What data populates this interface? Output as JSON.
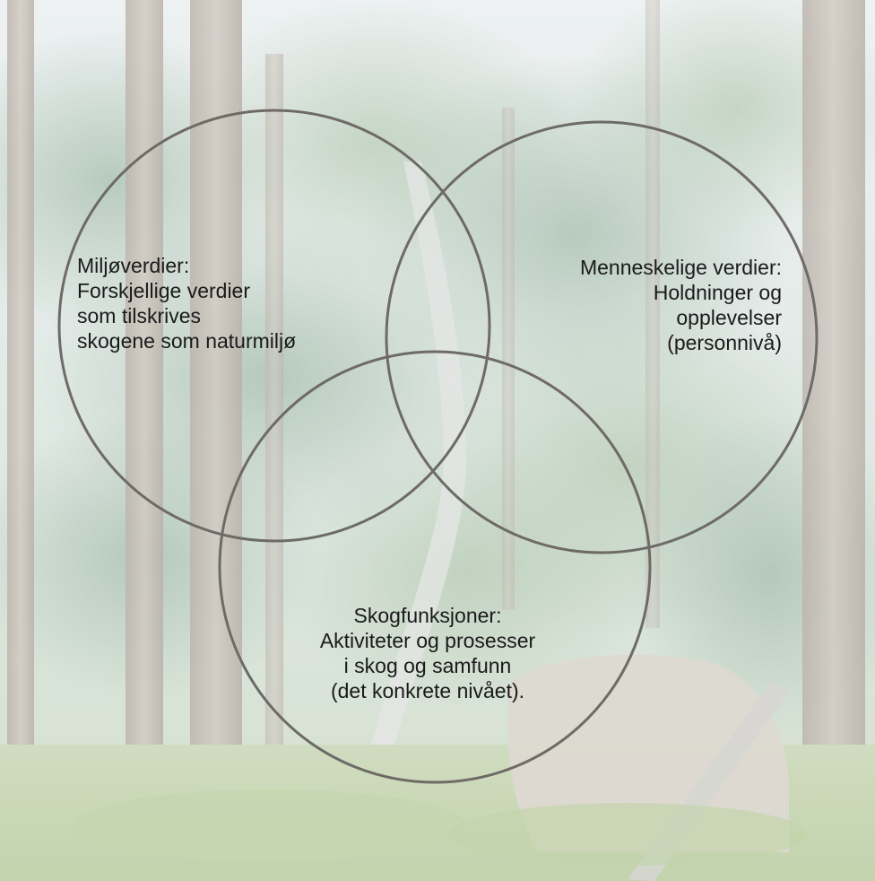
{
  "diagram": {
    "circles": [
      {
        "id": "miljo",
        "lines": [
          "Miljøverdier:",
          "Forskjellige verdier",
          "som tilskrives",
          "skogene som naturmiljø"
        ]
      },
      {
        "id": "menneske",
        "lines": [
          "Menneskelige verdier:",
          "Holdninger og",
          "opplevelser",
          "(personnivå)"
        ]
      },
      {
        "id": "skog",
        "lines": [
          "Skogfunksjoner:",
          "Aktiviteter og prosesser",
          "i skog og samfunn",
          "(det konkrete nivået)."
        ]
      }
    ],
    "circle_stroke_color": "#6e6a66"
  },
  "background": {
    "description_colors": {
      "sky": "#e9eef0",
      "foliage": "#b9cbbf",
      "trunk": "#c7c0b8",
      "birch": "#e2e4e2",
      "ground": "#cbd9b8",
      "rock": "#dcd8d0"
    }
  }
}
